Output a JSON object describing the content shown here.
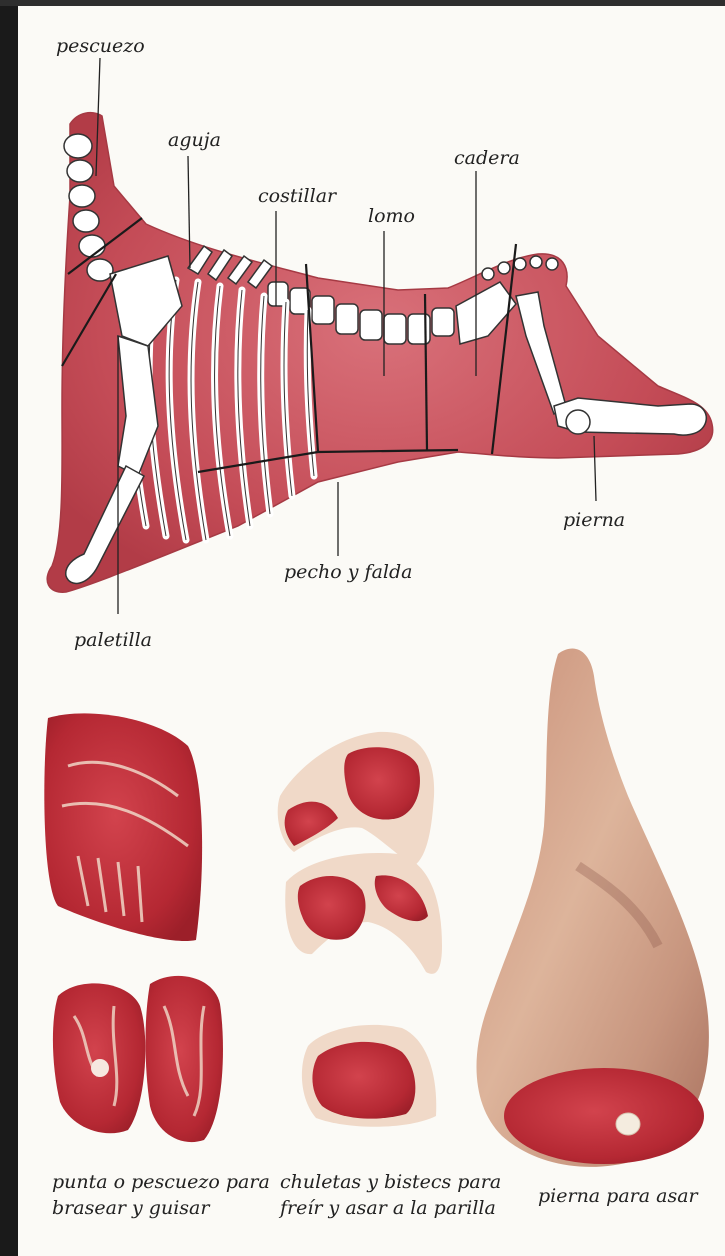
{
  "diagram": {
    "labels": {
      "pescuezo": "pescuezo",
      "aguja": "aguja",
      "costillar": "costillar",
      "lomo": "lomo",
      "cadera": "cadera",
      "pierna": "pierna",
      "pecho_falda": "pecho y falda",
      "paletilla": "paletilla"
    }
  },
  "cuts": {
    "left": {
      "line1": "punta o pescuezo para",
      "line2": "brasear y guisar"
    },
    "middle": {
      "line1": "chuletas y bistecs para",
      "line2": "freír y asar a la parilla"
    },
    "right": {
      "line1": "pierna para asar"
    }
  },
  "colors": {
    "frame": "#1d1d1d",
    "paper": "#fbfaf6",
    "carcass": "#c7525c",
    "meat": "#b92f3b",
    "fat": "#efd8c6",
    "bone": "#ffffff"
  }
}
